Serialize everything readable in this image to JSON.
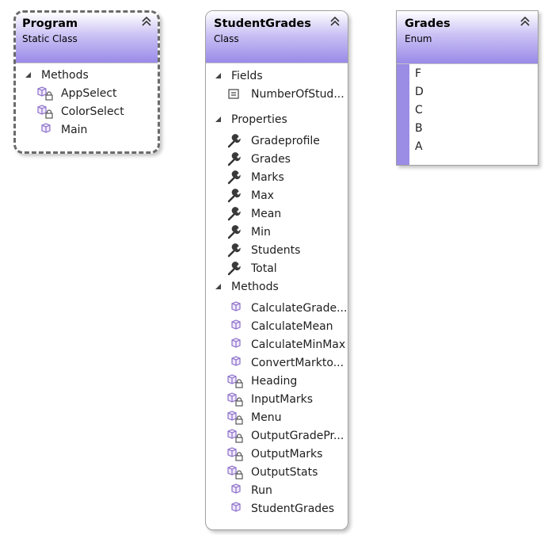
{
  "program": {
    "title": "Program",
    "kind": "Static Class",
    "methods_label": "Methods",
    "methods": [
      {
        "name": "AppSelect",
        "icon": "private-method-icon"
      },
      {
        "name": "ColorSelect",
        "icon": "private-method-icon"
      },
      {
        "name": "Main",
        "icon": "method-icon"
      }
    ]
  },
  "student_grades": {
    "title": "StudentGrades",
    "kind": "Class",
    "fields_label": "Fields",
    "fields": [
      {
        "name": "NumberOfStud...",
        "icon": "field-icon"
      }
    ],
    "properties_label": "Properties",
    "properties": [
      {
        "name": "Gradeprofile",
        "icon": "property-wrench-icon"
      },
      {
        "name": "Grades",
        "icon": "property-wrench-icon"
      },
      {
        "name": "Marks",
        "icon": "property-wrench-icon"
      },
      {
        "name": "Max",
        "icon": "property-wrench-icon"
      },
      {
        "name": "Mean",
        "icon": "property-wrench-icon"
      },
      {
        "name": "Min",
        "icon": "property-wrench-icon"
      },
      {
        "name": "Students",
        "icon": "property-wrench-icon"
      },
      {
        "name": "Total",
        "icon": "property-wrench-icon"
      }
    ],
    "methods_label": "Methods",
    "methods": [
      {
        "name": "CalculateGrade...",
        "icon": "method-icon"
      },
      {
        "name": "CalculateMean",
        "icon": "method-icon"
      },
      {
        "name": "CalculateMinMax",
        "icon": "method-icon"
      },
      {
        "name": "ConvertMarkto...",
        "icon": "method-icon"
      },
      {
        "name": "Heading",
        "icon": "private-method-icon"
      },
      {
        "name": "InputMarks",
        "icon": "private-method-icon"
      },
      {
        "name": "Menu",
        "icon": "private-method-icon"
      },
      {
        "name": "OutputGradePr...",
        "icon": "private-method-icon"
      },
      {
        "name": "OutputMarks",
        "icon": "private-method-icon"
      },
      {
        "name": "OutputStats",
        "icon": "private-method-icon"
      },
      {
        "name": "Run",
        "icon": "method-icon"
      },
      {
        "name": "StudentGrades",
        "icon": "method-icon"
      }
    ]
  },
  "grades_enum": {
    "title": "Grades",
    "kind": "Enum",
    "values": [
      "F",
      "D",
      "C",
      "B",
      "A"
    ]
  },
  "colors": {
    "header_accent": "#9a8ae8",
    "enum_bar": "#9b8ce6",
    "method_icon": "#8b6fc8",
    "lock": "#555555"
  }
}
